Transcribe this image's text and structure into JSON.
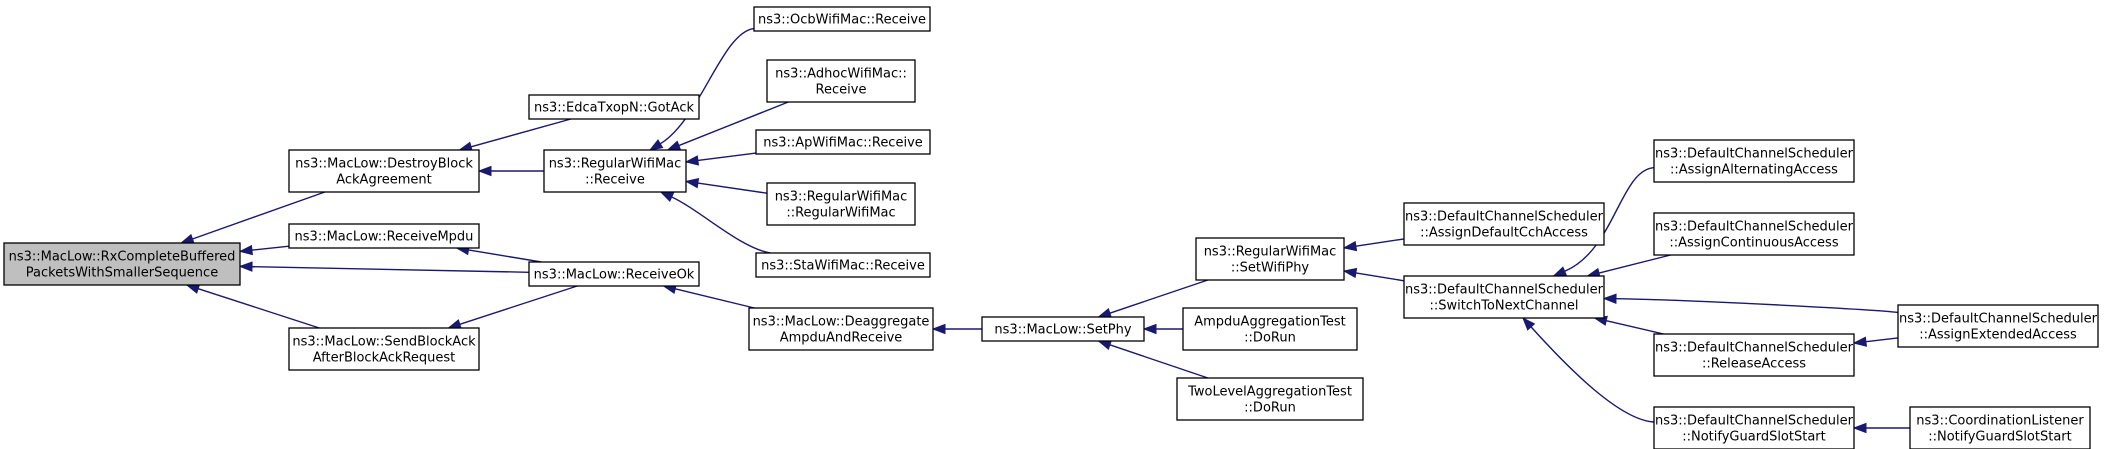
{
  "colors": {
    "edge": "#191970",
    "root_fill": "#bfbfbf",
    "node_fill": "#ffffff",
    "border": "#000000"
  },
  "nodes": [
    {
      "id": "rxcomplete",
      "lines": [
        "ns3::MacLow::RxCompleteBuffered",
        "PacketsWithSmallerSequence"
      ],
      "highlight": true
    },
    {
      "id": "destroyblock",
      "lines": [
        "ns3::MacLow::DestroyBlock",
        "AckAgreement"
      ]
    },
    {
      "id": "receivempdu",
      "lines": [
        "ns3::MacLow::ReceiveMpdu"
      ]
    },
    {
      "id": "sendblockack",
      "lines": [
        "ns3::MacLow::SendBlockAck",
        "AfterBlockAckRequest"
      ]
    },
    {
      "id": "gotack",
      "lines": [
        "ns3::EdcaTxopN::GotAck"
      ]
    },
    {
      "id": "regularreceive",
      "lines": [
        "ns3::RegularWifiMac",
        "::Receive"
      ]
    },
    {
      "id": "receiveok",
      "lines": [
        "ns3::MacLow::ReceiveOk"
      ]
    },
    {
      "id": "ocb",
      "lines": [
        "ns3::OcbWifiMac::Receive"
      ]
    },
    {
      "id": "adhoc",
      "lines": [
        "ns3::AdhocWifiMac::",
        "Receive"
      ]
    },
    {
      "id": "ap",
      "lines": [
        "ns3::ApWifiMac::Receive"
      ]
    },
    {
      "id": "regularctor",
      "lines": [
        "ns3::RegularWifiMac",
        "::RegularWifiMac"
      ]
    },
    {
      "id": "sta",
      "lines": [
        "ns3::StaWifiMac::Receive"
      ]
    },
    {
      "id": "deaggregate",
      "lines": [
        "ns3::MacLow::Deaggregate",
        "AmpduAndReceive"
      ]
    },
    {
      "id": "setphy",
      "lines": [
        "ns3::MacLow::SetPhy"
      ]
    },
    {
      "id": "setwifiphy",
      "lines": [
        "ns3::RegularWifiMac",
        "::SetWifiPhy"
      ]
    },
    {
      "id": "ampdutest",
      "lines": [
        "AmpduAggregationTest",
        "::DoRun"
      ]
    },
    {
      "id": "twoleveltest",
      "lines": [
        "TwoLevelAggregationTest",
        "::DoRun"
      ]
    },
    {
      "id": "assigndefaultcch",
      "lines": [
        "ns3::DefaultChannelScheduler",
        "::AssignDefaultCchAccess"
      ]
    },
    {
      "id": "switchtonext",
      "lines": [
        "ns3::DefaultChannelScheduler",
        "::SwitchToNextChannel"
      ]
    },
    {
      "id": "assignalternating",
      "lines": [
        "ns3::DefaultChannelScheduler",
        "::AssignAlternatingAccess"
      ]
    },
    {
      "id": "assigncontinuous",
      "lines": [
        "ns3::DefaultChannelScheduler",
        "::AssignContinuousAccess"
      ]
    },
    {
      "id": "releaseaccess",
      "lines": [
        "ns3::DefaultChannelScheduler",
        "::ReleaseAccess"
      ]
    },
    {
      "id": "notifyguard",
      "lines": [
        "ns3::DefaultChannelScheduler",
        "::NotifyGuardSlotStart"
      ]
    },
    {
      "id": "assignextended",
      "lines": [
        "ns3::DefaultChannelScheduler",
        "::AssignExtendedAccess"
      ]
    },
    {
      "id": "coordinationnotify",
      "lines": [
        "ns3::CoordinationListener",
        "::NotifyGuardSlotStart"
      ]
    }
  ],
  "edges": [
    {
      "from": "destroyblock",
      "to": "rxcomplete"
    },
    {
      "from": "receivempdu",
      "to": "rxcomplete"
    },
    {
      "from": "receiveok",
      "to": "rxcomplete"
    },
    {
      "from": "sendblockack",
      "to": "rxcomplete"
    },
    {
      "from": "gotack",
      "to": "destroyblock"
    },
    {
      "from": "regularreceive",
      "to": "destroyblock"
    },
    {
      "from": "receiveok",
      "to": "receivempdu"
    },
    {
      "from": "receiveok",
      "to": "sendblockack"
    },
    {
      "from": "ocb",
      "to": "regularreceive"
    },
    {
      "from": "adhoc",
      "to": "regularreceive"
    },
    {
      "from": "ap",
      "to": "regularreceive"
    },
    {
      "from": "regularctor",
      "to": "regularreceive"
    },
    {
      "from": "sta",
      "to": "regularreceive"
    },
    {
      "from": "deaggregate",
      "to": "receiveok"
    },
    {
      "from": "setphy",
      "to": "deaggregate"
    },
    {
      "from": "setwifiphy",
      "to": "setphy"
    },
    {
      "from": "ampdutest",
      "to": "setphy"
    },
    {
      "from": "twoleveltest",
      "to": "setphy"
    },
    {
      "from": "assigndefaultcch",
      "to": "setwifiphy"
    },
    {
      "from": "switchtonext",
      "to": "setwifiphy"
    },
    {
      "from": "assignalternating",
      "to": "switchtonext"
    },
    {
      "from": "assigncontinuous",
      "to": "switchtonext"
    },
    {
      "from": "assignextended",
      "to": "switchtonext"
    },
    {
      "from": "releaseaccess",
      "to": "switchtonext"
    },
    {
      "from": "notifyguard",
      "to": "switchtonext"
    },
    {
      "from": "assignextended",
      "to": "releaseaccess"
    },
    {
      "from": "coordinationnotify",
      "to": "notifyguard"
    }
  ]
}
